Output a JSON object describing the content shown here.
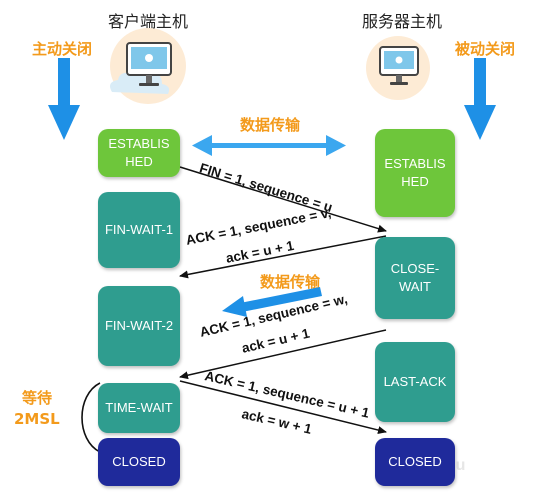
{
  "headers": {
    "client": "客户端主机",
    "server": "服务器主机"
  },
  "labels": {
    "active_close": "主动关闭",
    "passive_close": "被动关闭",
    "data_transfer_top": "数据传输",
    "data_transfer_mid": "数据传输",
    "wait_2msl_line1": "等待",
    "wait_2msl_line2": "2MSL"
  },
  "client_states": [
    "ESTABLIS\nHED",
    "FIN-WAIT-1",
    "FIN-WAIT-2",
    "TIME-WAIT",
    "CLOSED"
  ],
  "server_states": [
    "ESTABLIS\nHED",
    "CLOSE-\nWAIT",
    "LAST-ACK",
    "CLOSED"
  ],
  "messages": {
    "fin1": "FIN = 1, sequence = u",
    "ack1_line1": "ACK = 1, sequence = v,",
    "ack1_line2": "ack = u + 1",
    "fin2_line1": "ACK = 1, sequence = w,",
    "fin2_line2": "ack = u + 1",
    "ack2_line1": "ACK = 1, sequence = u + 1",
    "ack2_line2": "ack = w + 1"
  },
  "watermark": "aikieu",
  "colors": {
    "established": "#6ec63b",
    "wait_state": "#2f9d8f",
    "closed": "#1f2a9b",
    "arrow_blue": "#1e90e6",
    "label_orange": "#f39a1b"
  },
  "icons": [
    "client-computer-icon",
    "server-computer-icon"
  ]
}
